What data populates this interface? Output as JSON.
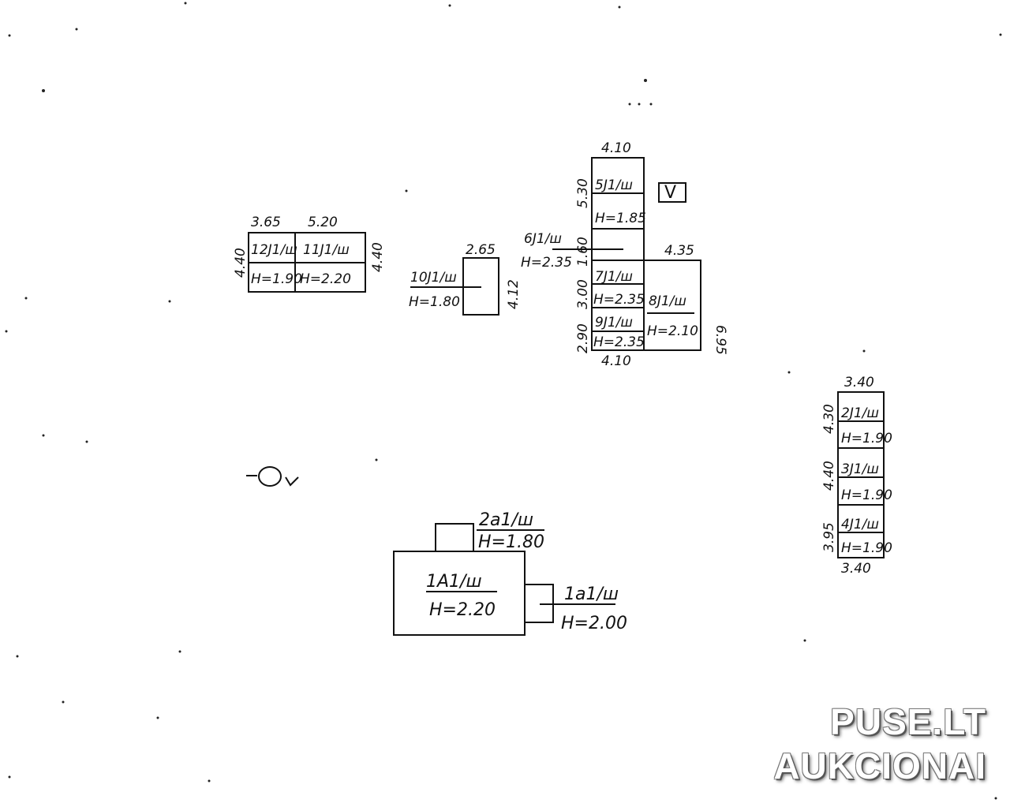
{
  "floor_plan": {
    "group_a": {
      "top_dims": [
        "3.65",
        "5.20"
      ],
      "left_dim": "4.40",
      "right_dim": "4.40",
      "rooms": [
        {
          "label": "12J1/ш",
          "height": "H=1.90"
        },
        {
          "label": "11J1/ш",
          "height": "H=2.20"
        }
      ]
    },
    "group_b": {
      "top_dim": "2.65",
      "right_dim": "4.12",
      "room": {
        "label": "10J1/ш",
        "height": "H=1.80"
      }
    },
    "group_c": {
      "top_dim": "4.10",
      "bottom_dim": "4.10",
      "right_top_dim": "4.35",
      "right_dim": "6.95",
      "left_dims": [
        "5.30",
        "1.60",
        "3.00",
        "2.90"
      ],
      "floor_mark": "V",
      "rooms": [
        {
          "label": "5J1/ш",
          "height": "H=1.85"
        },
        {
          "label": "6J1/ш",
          "height": "H=2.35"
        },
        {
          "label": "7J1/ш",
          "height": "H=2.35"
        },
        {
          "label": "9J1/ш",
          "height": "H=2.35"
        },
        {
          "label": "8J1/ш",
          "height": "H=2.10"
        }
      ]
    },
    "group_d": {
      "top_dim": "3.40",
      "bottom_dim": "3.40",
      "left_dims": [
        "4.30",
        "4.40",
        "3.95"
      ],
      "rooms": [
        {
          "label": "2J1/ш",
          "height": "H=1.90"
        },
        {
          "label": "3J1/ш",
          "height": "H=1.90"
        },
        {
          "label": "4J1/ш",
          "height": "H=1.90"
        }
      ]
    },
    "group_e": {
      "rooms": [
        {
          "label": "2a1/ш",
          "height": "H=1.80"
        },
        {
          "label": "1A1/ш",
          "height": "H=2.20"
        },
        {
          "label": "1a1/ш",
          "height": "H=2.00"
        }
      ]
    },
    "orientation_symbol": "-Oɿ"
  },
  "watermark": {
    "line1": "PUSE.LT",
    "line2": "AUKCIONAI"
  }
}
